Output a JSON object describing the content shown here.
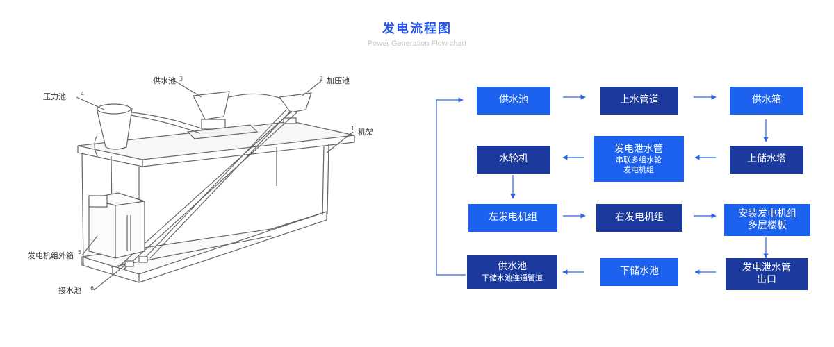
{
  "header": {
    "title": "发电流程图",
    "subtitle": "Power Generation Flow chart"
  },
  "diagram_labels": {
    "pressure_tank": "压力池",
    "pressure_tank_num": "4",
    "supply_tank": "供水池",
    "supply_tank_num": "3",
    "boost_tank": "加压池",
    "boost_tank_num": "2",
    "frame": "机架",
    "frame_num": "1",
    "generator_box": "发电机组外箱",
    "generator_box_num": "5",
    "catch_tank": "接水池",
    "catch_tank_num": "6"
  },
  "flow": {
    "n1": {
      "main": "供水池"
    },
    "n2": {
      "main": "上水管道"
    },
    "n3": {
      "main": "供水箱"
    },
    "n4": {
      "main": "上储水塔"
    },
    "n5": {
      "main": "发电泄水管",
      "sub1": "串联多组水轮",
      "sub2": "发电机组"
    },
    "n6": {
      "main": "水轮机"
    },
    "n7": {
      "main": "左发电机组"
    },
    "n8": {
      "main": "右发电机组"
    },
    "n9": {
      "main": "安装发电机组",
      "sub1": "多层楼板"
    },
    "n10": {
      "main": "发电泄水管",
      "sub1": "出口"
    },
    "n11": {
      "main": "下储水池"
    },
    "n12": {
      "main": "供水池",
      "sub1": "下储水池连通管道"
    }
  },
  "colors": {
    "title": "#2454e6",
    "bright_node": "#1d62ee",
    "dark_node": "#1c3a9e",
    "arrow": "#2b63e8"
  }
}
